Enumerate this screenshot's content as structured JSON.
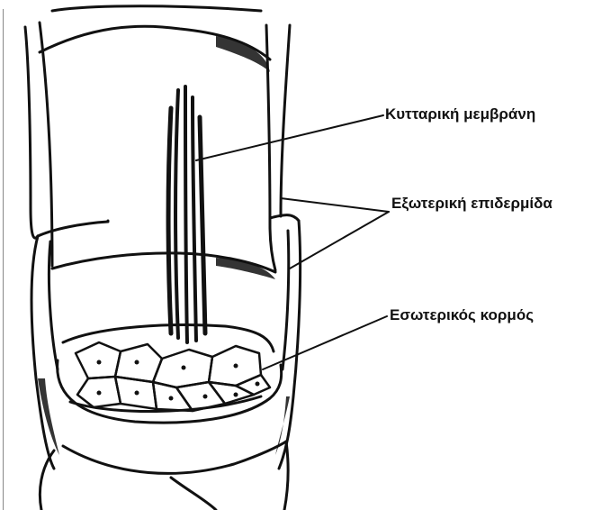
{
  "labels": {
    "cell_membrane": "Κυτταρική μεμβράνη",
    "outer_epidermis": "Εξωτερική επιδερμίδα",
    "inner_trunk": "Εσωτερικός κορμός"
  },
  "colors": {
    "ink": "#111111",
    "paper": "#ffffff"
  }
}
